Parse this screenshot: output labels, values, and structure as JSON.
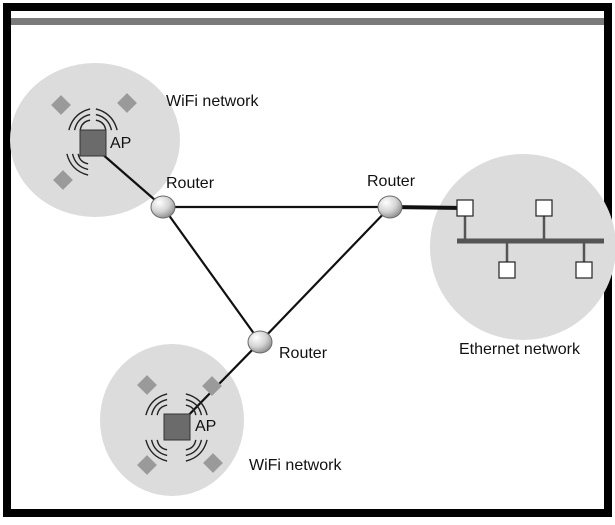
{
  "diagram": {
    "labels": {
      "wifi_network_top": "WiFi network",
      "wifi_network_bottom": "WiFi network",
      "ap_top": "AP",
      "ap_bottom": "AP",
      "router_left": "Router",
      "router_right": "Router",
      "router_bottom": "Router",
      "ethernet_network": "Ethernet network"
    },
    "colors": {
      "network_cloud": "#dcdcdc",
      "access_point": "#6b6b6b",
      "client_device": "#9a9a9a",
      "link": "#111111",
      "router_fill": "#d8d8d8",
      "frame": "#000000",
      "header_bar": "#7a7a7a"
    }
  }
}
